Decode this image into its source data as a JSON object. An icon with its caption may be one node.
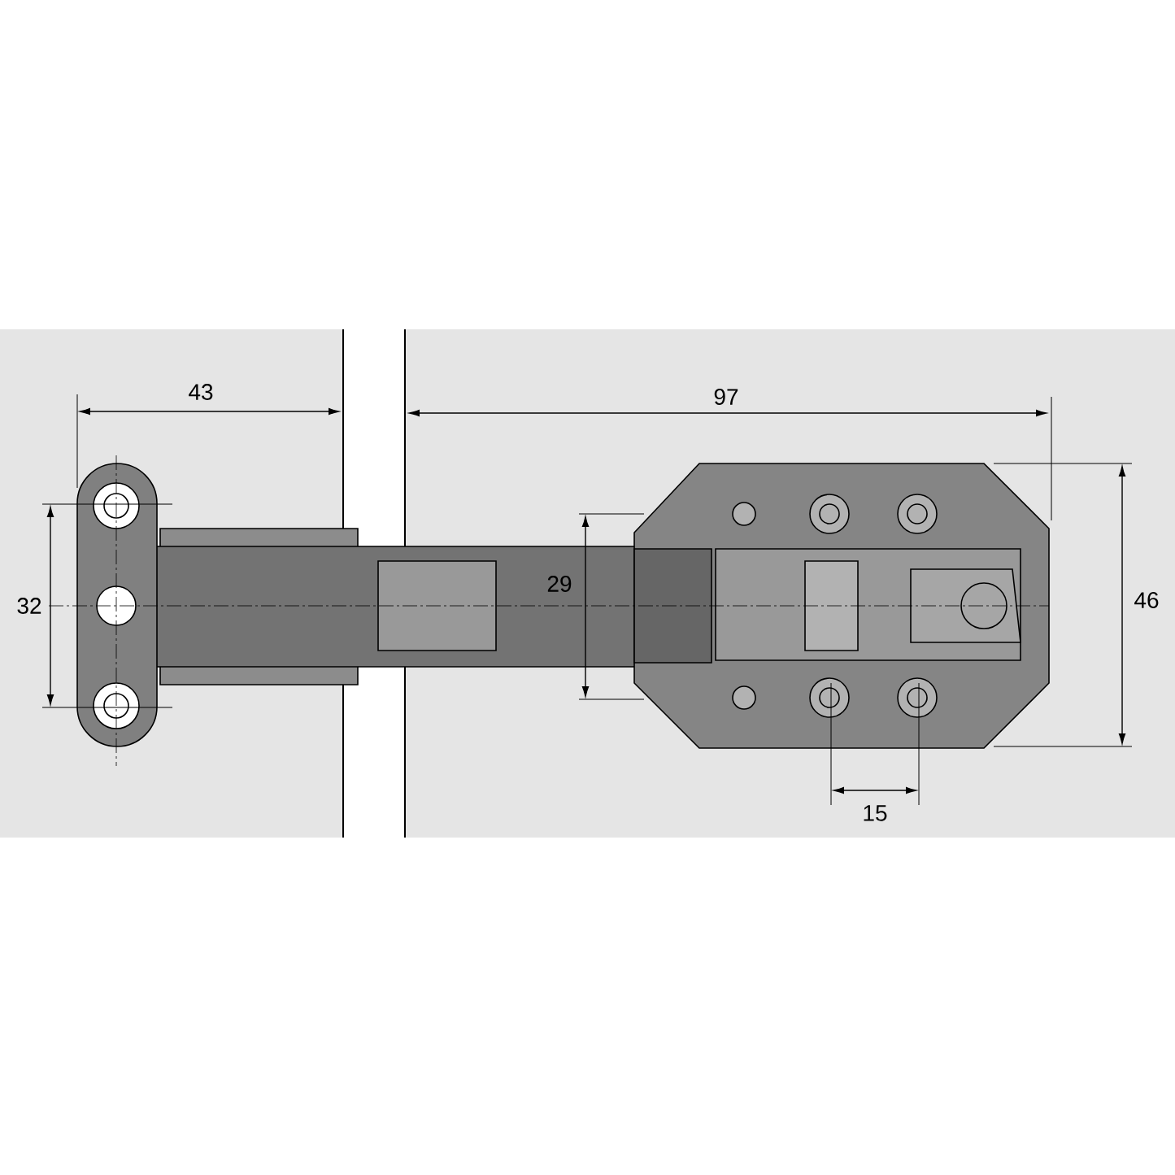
{
  "diagram": {
    "labels": [
      "43",
      "97",
      "29",
      "46",
      "32",
      "15"
    ]
  }
}
